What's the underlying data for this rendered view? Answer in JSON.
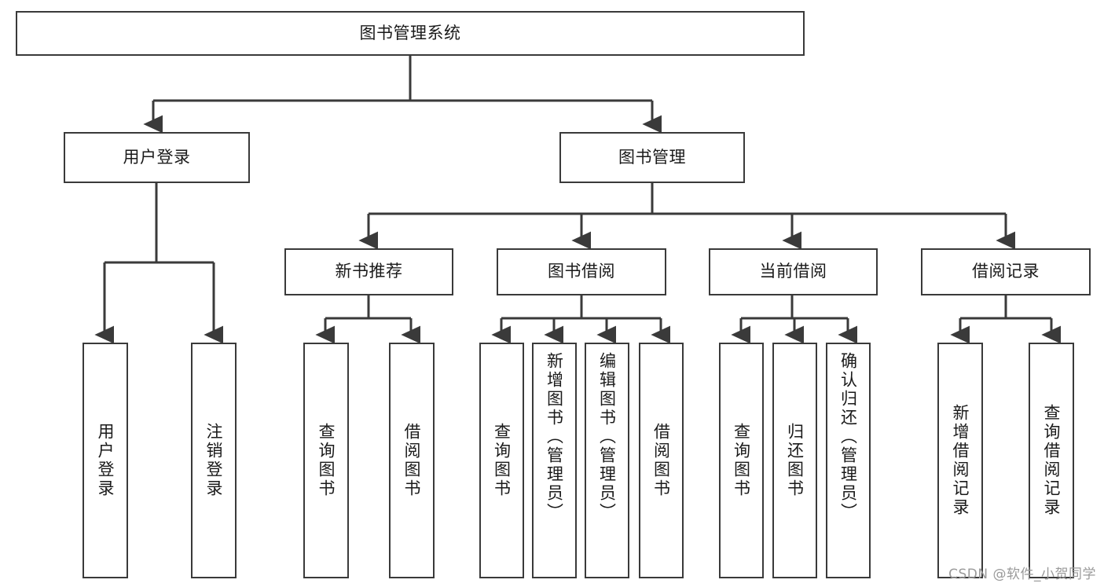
{
  "diagram": {
    "title_node": {
      "label": "图书管理系统"
    },
    "level2": [
      {
        "label": "用户登录"
      },
      {
        "label": "图书管理"
      }
    ],
    "level3": [
      {
        "label": "新书推荐"
      },
      {
        "label": "图书借阅"
      },
      {
        "label": "当前借阅"
      },
      {
        "label": "借阅记录"
      }
    ],
    "leaves": {
      "user_login": [
        {
          "label": "用户登录"
        },
        {
          "label": "注销登录"
        }
      ],
      "new_book_rec": [
        {
          "label": "查询图书"
        },
        {
          "label": "借阅图书"
        }
      ],
      "book_borrow": [
        {
          "label": "查询图书"
        },
        {
          "label": "新增图书（管理员）"
        },
        {
          "label": "编辑图书（管理员）"
        },
        {
          "label": "借阅图书"
        }
      ],
      "current_borrow": [
        {
          "label": "查询图书"
        },
        {
          "label": "归还图书"
        },
        {
          "label": "确认归还（管理员）"
        }
      ],
      "borrow_record": [
        {
          "label": "新增借阅记录"
        },
        {
          "label": "查询借阅记录"
        }
      ]
    }
  },
  "watermark": {
    "text": "CSDN @软件_小贺同学"
  },
  "colors": {
    "stroke": "#3a3a3a",
    "background": "#ffffff",
    "text": "#1a1a1a",
    "watermark": "#9a9a9a"
  }
}
